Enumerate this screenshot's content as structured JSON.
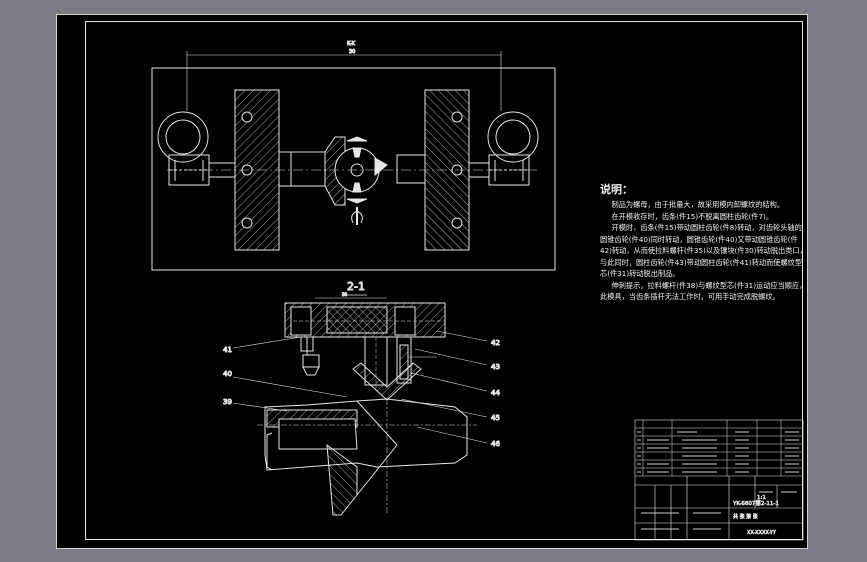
{
  "drawing": {
    "top_view": {
      "section_tag": "K-K",
      "dimension": "30"
    },
    "section_view": {
      "title": "2-1",
      "dimension": "30",
      "part_labels": [
        "41",
        "40",
        "39",
        "42",
        "43",
        "44",
        "45",
        "46"
      ]
    }
  },
  "notes": {
    "heading": "说明：",
    "paragraphs": [
      "制品为螺母，由于批量大，故采用模内卸螺纹的结构。",
      "在开模收存时，齿条(件15)不脱离圆柱齿轮(件7)。",
      "开模时，齿条(件15)带动圆柱齿轮(件8)转动，对齿轮头轴的圆锥齿轮(件40)同时转动，圆锥齿轮(件40)又带动圆锥齿轮(件42)转动，从而使拉料螺杆(件35)以及镶块(件30)转动脱出类口，与此同时，圆柱齿轮(件43)带动圆柱齿轮(件41)转动而使螺纹型芯(件31)转动脱出制品。",
      "伸刺提示，拉料螺杆(件38)与螺纹型芯(件31)运动应当顺应，此模具，当齿条插杆无法工作时，可用手动完成脱螺纹。"
    ]
  },
  "title_block": {
    "drawing_no": "YK-6807第2-11-1",
    "scale": "1:1",
    "sheet_label": "共 张 第 张",
    "school": "XX-XXXX-YY"
  }
}
